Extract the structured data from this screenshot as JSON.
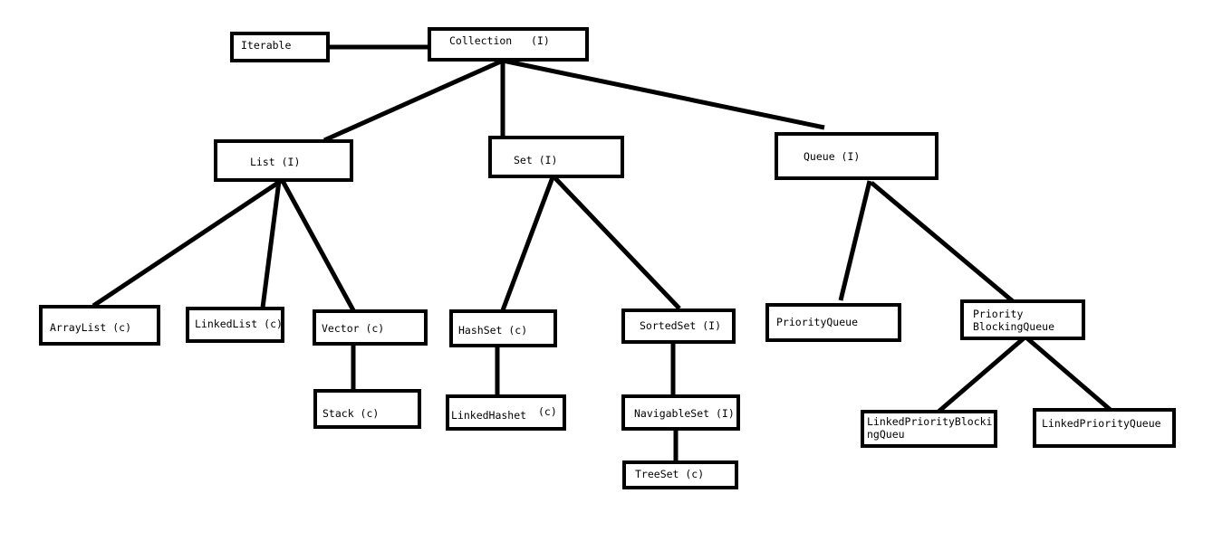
{
  "diagram": {
    "nodes": {
      "iterable": "Iterable",
      "collection": "Collection   (I)",
      "list": "List (I)",
      "set": "Set (I)",
      "queue": "Queue (I)",
      "arraylist": "ArrayList (c)",
      "linkedlist": "LinkedList (c)",
      "vector": "Vector (c)",
      "stack": "Stack (c)",
      "hashset": "HashSet (c)",
      "linkedhashset_name": "LinkedHashet",
      "linkedhashset_suffix": "(c)",
      "sortedset": "SortedSet (I)",
      "navigableset": "NavigableSet (I)",
      "treeset": "TreeSet (c)",
      "priorityqueue": "PriorityQueue",
      "pbq_line1": "Priority",
      "pbq_line2": "BlockingQueue",
      "lpbq_line1": "LinkedPriorityBlocki",
      "lpbq_line2": "ngQueu",
      "lpq": "LinkedPriorityQueue"
    }
  }
}
